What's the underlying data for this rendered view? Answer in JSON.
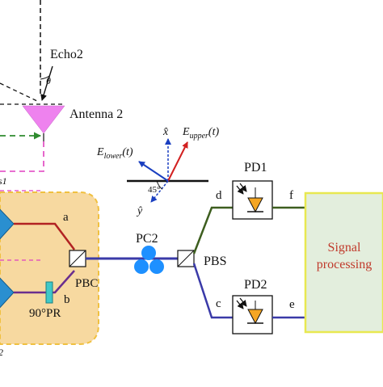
{
  "labels": {
    "echo": "Echo2",
    "theta": "θ",
    "antenna": "Antenna 2",
    "x_hat": "x̂",
    "y_hat": "ŷ",
    "e_upper": "E",
    "e_upper_sub": "upper",
    "e_upper_arg": "(t)",
    "e_lower": "E",
    "e_lower_sub": "lower",
    "e_lower_arg": "(t)",
    "angle": "45°",
    "pc2": "PC2",
    "pbs": "PBS",
    "pbc": "PBC",
    "pr": "90°PR",
    "pd1": "PD1",
    "pd2": "PD2",
    "port_a": "a",
    "port_b": "b",
    "port_c": "c",
    "port_d": "d",
    "port_e": "e",
    "port_f": "f",
    "signal_line1": "Signal",
    "signal_line2": "processing",
    "cut_left_label": "s1",
    "cut_bottom_label": "2"
  },
  "colors": {
    "upper_arm": "#b22222",
    "lower_arm": "#6a2e8e",
    "blue_fiber": "#3a3aa8",
    "dark_green_fiber": "#3d5e1f",
    "pc_blue": "#1e90ff",
    "antenna_pink": "#ee82ee",
    "dashed_pink": "#e040c0",
    "dashed_green": "#2e8b2e",
    "module_fill": "#f7d9a0",
    "module_border": "#f0c040",
    "signal_fill": "#e3eedd",
    "signal_border": "#e8e850",
    "signal_text": "#c0392b",
    "diode_fill": "#f5a623",
    "pr_fill": "#3fc9c9",
    "e_upper_color": "#d22020",
    "e_lower_color": "#1a3fc0"
  }
}
